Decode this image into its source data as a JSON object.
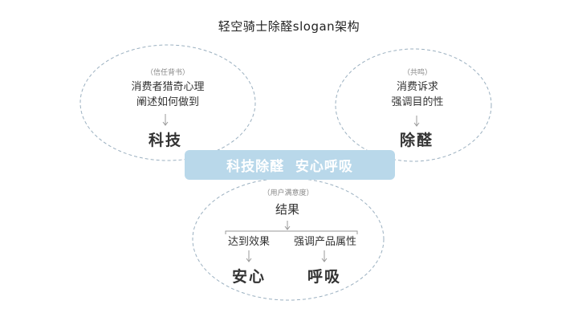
{
  "title": "轻空骑士除醛slogan架构",
  "left": {
    "tag": "（信任背书）",
    "lines": [
      "消费者猎奇心理",
      "阐述如何做到"
    ],
    "result": "科技"
  },
  "right": {
    "tag": "（共鸣）",
    "lines": [
      "消费诉求",
      "强调目的性"
    ],
    "result": "除醛"
  },
  "banner": {
    "text": "科技除醛  安心呼吸",
    "color": "#b9d8ea"
  },
  "bottom": {
    "tag": "（用户满意度）",
    "head": "结果",
    "branches": [
      {
        "label": "达到效果",
        "result": "安心"
      },
      {
        "label": "强调产品属性",
        "result": "呼吸"
      }
    ]
  },
  "colors": {
    "ellipse_stroke": "#9bb0c0",
    "arrow": "#999999"
  }
}
